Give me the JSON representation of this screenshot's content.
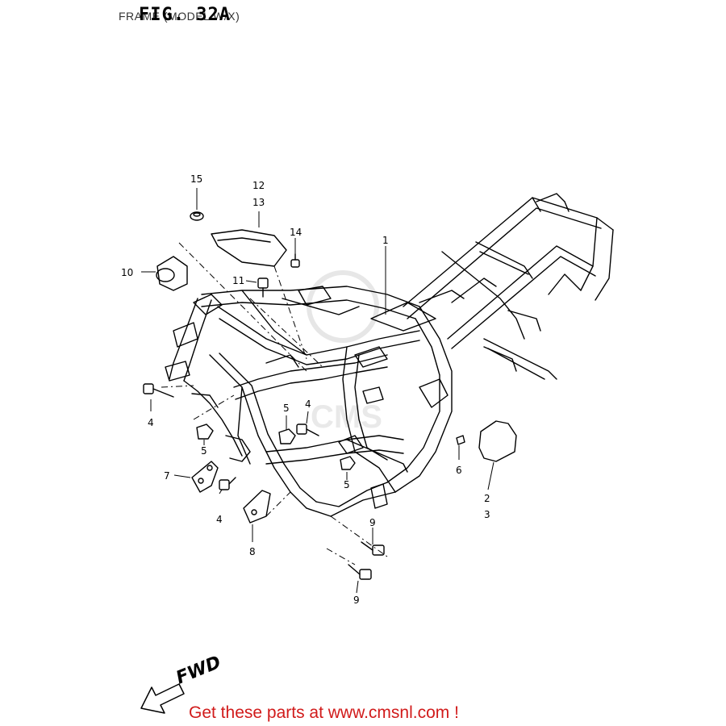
{
  "header": {
    "fig_label": "FIG. 32A",
    "caption": "FRAME (MODEL W/X)"
  },
  "callouts": [
    "1",
    "2",
    "3",
    "4",
    "4",
    "4",
    "5",
    "5",
    "5",
    "6",
    "7",
    "8",
    "9",
    "9",
    "10",
    "11",
    "12",
    "13",
    "14",
    "15"
  ],
  "fwd_label": "FWD",
  "footer": {
    "text": "Get these parts at www.cmsnl.com !",
    "color": "#d11b1b"
  },
  "icons": [
    "fwd-arrow-icon",
    "watermark-logo"
  ]
}
